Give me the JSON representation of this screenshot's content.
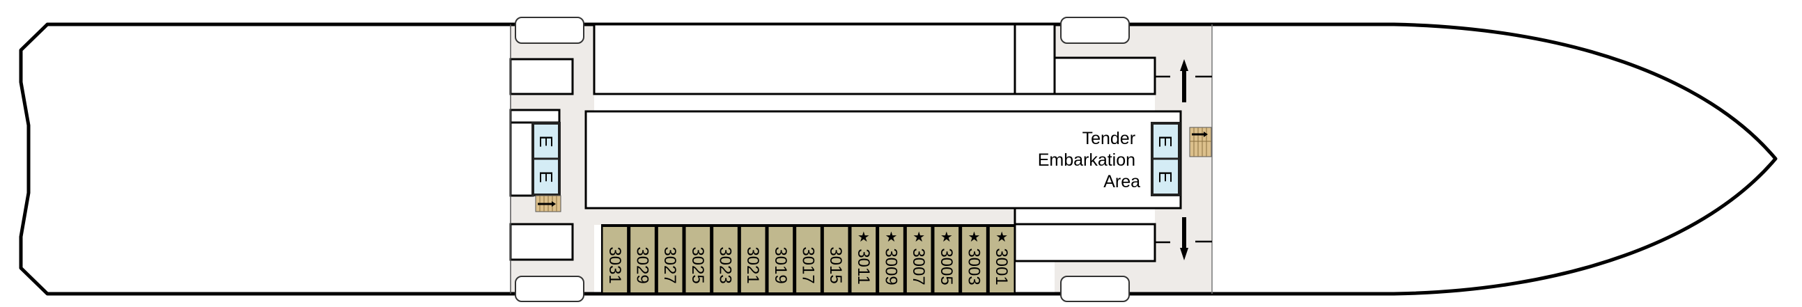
{
  "deck": {
    "tender_area": {
      "lines": [
        "Tender",
        "Embarkation",
        "Area"
      ]
    },
    "elevator_label": "E",
    "cabins": [
      {
        "number": "3031",
        "starred": false
      },
      {
        "number": "3029",
        "starred": false
      },
      {
        "number": "3027",
        "starred": false
      },
      {
        "number": "3025",
        "starred": false
      },
      {
        "number": "3023",
        "starred": false
      },
      {
        "number": "3021",
        "starred": false
      },
      {
        "number": "3019",
        "starred": false
      },
      {
        "number": "3017",
        "starred": false
      },
      {
        "number": "3015",
        "starred": false
      },
      {
        "number": "3011",
        "starred": true
      },
      {
        "number": "3009",
        "starred": true
      },
      {
        "number": "3007",
        "starred": true
      },
      {
        "number": "3005",
        "starred": true
      },
      {
        "number": "3003",
        "starred": true
      },
      {
        "number": "3001",
        "starred": true
      }
    ],
    "star_symbol": "★",
    "colors": {
      "cabin": "#c0b88e",
      "corridor": "#eeebe8",
      "elevator": "#d4ecf5",
      "stairs": "#dcc08c",
      "outline": "#000000"
    }
  }
}
